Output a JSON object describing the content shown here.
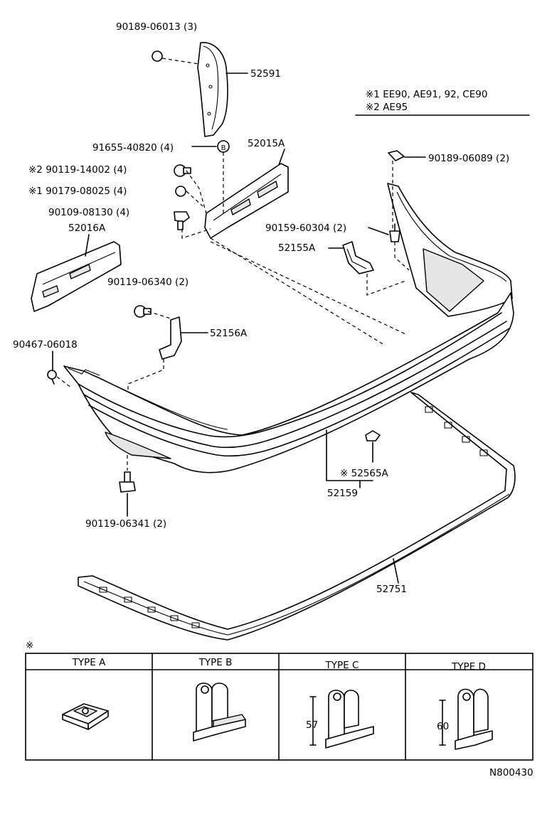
{
  "legend": {
    "note1": "※1  EE90, AE91, 92, CE90",
    "note2": "※2  AE95"
  },
  "parts": [
    {
      "key": "p_90189_06013",
      "label": "90189-06013 (3)"
    },
    {
      "key": "p_52591",
      "label": "52591"
    },
    {
      "key": "p_91655",
      "label": "91655-40820 (4)"
    },
    {
      "key": "p_b_marker",
      "label": "B"
    },
    {
      "key": "p_52015A",
      "label": "52015A"
    },
    {
      "key": "p_90189_06089",
      "label": "90189-06089 (2)"
    },
    {
      "key": "p_90119_14002",
      "label": "※2  90119-14002 (4)"
    },
    {
      "key": "p_90179_08025",
      "label": "※1  90179-08025 (4)"
    },
    {
      "key": "p_90109_08130",
      "label": "90109-08130 (4)"
    },
    {
      "key": "p_52016A",
      "label": "52016A"
    },
    {
      "key": "p_90159_60304",
      "label": "90159-60304 (2)"
    },
    {
      "key": "p_52155A",
      "label": "52155A"
    },
    {
      "key": "p_90119_06340",
      "label": "90119-06340 (2)"
    },
    {
      "key": "p_52156A",
      "label": "52156A"
    },
    {
      "key": "p_90467_06018",
      "label": "90467-06018"
    },
    {
      "key": "p_52565A",
      "label": "※  52565A"
    },
    {
      "key": "p_52159",
      "label": "52159"
    },
    {
      "key": "p_90119_06341",
      "label": "90119-06341 (2)"
    },
    {
      "key": "p_52751",
      "label": "52751"
    }
  ],
  "types_table": {
    "marker": "※",
    "headers": [
      "TYPE  A",
      "TYPE  B",
      "TYPE  C",
      "TYPE  D"
    ],
    "dims": {
      "type_c": "57",
      "type_d": "60"
    }
  },
  "ref_code": "N800430"
}
